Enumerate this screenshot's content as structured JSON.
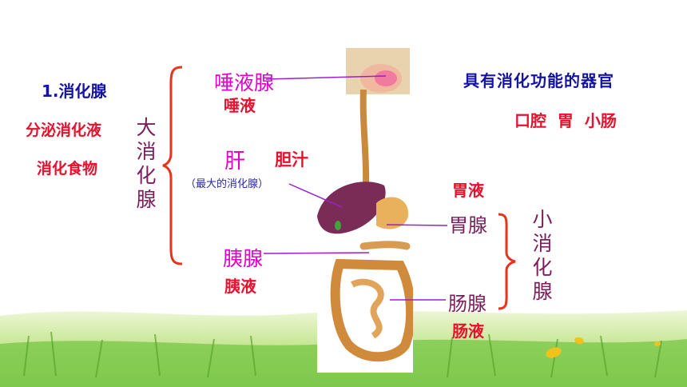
{
  "left_panel": {
    "title": "1.消化腺",
    "functions": [
      "分泌消化液",
      "消化食物"
    ],
    "large_glands_label": [
      "大",
      "消",
      "化",
      "腺"
    ]
  },
  "glands": {
    "salivary": {
      "name": "唾液腺",
      "juice": "唾液"
    },
    "liver": {
      "name": "肝",
      "juice": "胆汁",
      "note": "（最大的消化腺）"
    },
    "pancreas": {
      "name": "胰腺",
      "juice": "胰液"
    },
    "gastric": {
      "name": "胃腺",
      "juice": "胃液"
    },
    "intestinal": {
      "name": "肠腺",
      "juice": "肠液"
    }
  },
  "right_panel": {
    "organs_title": "具有消化功能的器官",
    "organs": "口腔  胃  小肠",
    "small_glands_label": [
      "小",
      "消",
      "化",
      "腺"
    ]
  },
  "colors": {
    "brace": "#e8331f",
    "pointer_line": "#9a1fd0",
    "title_blue": "#1414a0",
    "juice_red": "#e8112d",
    "gland_magenta": "#e000c8"
  }
}
